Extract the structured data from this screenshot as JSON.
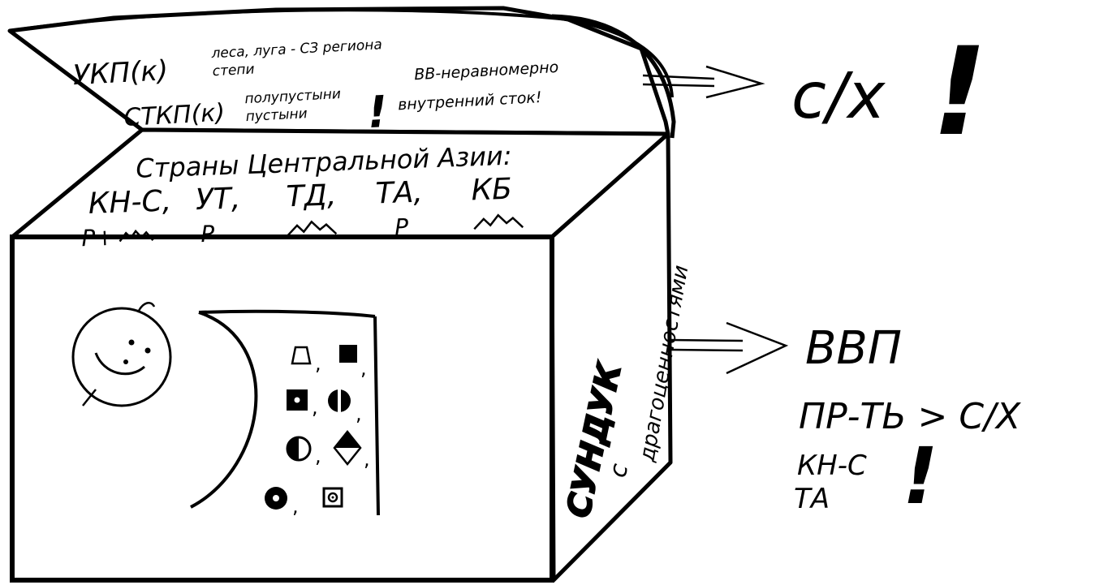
{
  "lid_inside": {
    "ukp": "УКП(к)",
    "ukp_zones_top": "леса, луга - СЗ региона",
    "ukp_zones_bottom": "степи",
    "stkp": "СТКП(к)",
    "stkp_zones_top": "полупустыни",
    "stkp_zones_bottom": "пустыни",
    "exclaim": "!",
    "vv_uneven": "ВВ-неравномерно",
    "internal_runoff": "внутренний сток!"
  },
  "lid_top": {
    "title": "Страны Центральной Азии:",
    "countries": [
      {
        "code": "КН-С,",
        "relief": "Р+"
      },
      {
        "code": "УТ,",
        "relief": "Р"
      },
      {
        "code": "ТД,",
        "relief": ""
      },
      {
        "code": "ТА,",
        "relief": "Р"
      },
      {
        "code": "КБ",
        "relief": ""
      }
    ]
  },
  "box_side": {
    "line1": "СУНДУК",
    "line2": "с",
    "line3": "драгоценностями"
  },
  "box_front": {
    "minerals": [
      {
        "symbol": "trapezoid-outline-icon",
        "sep": ","
      },
      {
        "symbol": "square-filled-icon",
        "sep": ","
      },
      {
        "symbol": "square-dot-icon",
        "sep": ","
      },
      {
        "symbol": "circle-split-icon",
        "sep": ","
      },
      {
        "symbol": "circle-half-icon",
        "sep": ","
      },
      {
        "symbol": "diamond-half-icon",
        "sep": ","
      },
      {
        "symbol": "circle-ring-icon",
        "sep": ","
      },
      {
        "symbol": "square-circle-icon",
        "sep": ""
      }
    ]
  },
  "right_top": {
    "label": "с/х",
    "exclaim": "!"
  },
  "right_bottom": {
    "line1": "ВВП",
    "line2": "ПР-ТЬ > С/Х",
    "line3": "КН-С",
    "line4": "ТА",
    "exclaim": "!"
  }
}
